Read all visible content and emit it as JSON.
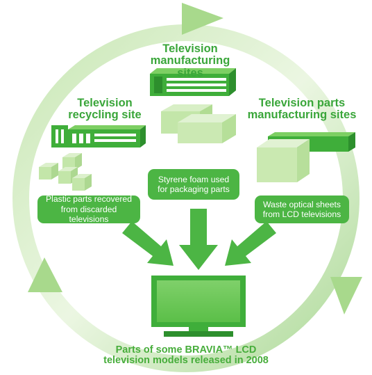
{
  "sites": {
    "tv_manufacturing": [
      "Television",
      "manufacturing sites"
    ],
    "tv_recycling": [
      "Television",
      "recycling site"
    ],
    "parts_manufacturing": [
      "Television parts",
      "manufacturing sites"
    ]
  },
  "materials": {
    "plastic_parts": [
      "Plastic parts recovered",
      "from discarded televisions"
    ],
    "styrene_foam": [
      "Styrene foam used",
      "for packaging parts"
    ],
    "optical_sheets": [
      "Waste optical sheets",
      "from LCD televisions"
    ]
  },
  "output": [
    "Parts of some BRAVIA™ LCD",
    "television models released in 2008"
  ],
  "colors": {
    "green_dark": "#3aa63a",
    "green_pill": "#4cb544",
    "green_light": "#c5e8b0",
    "ring_light": "#e3f3d6"
  }
}
